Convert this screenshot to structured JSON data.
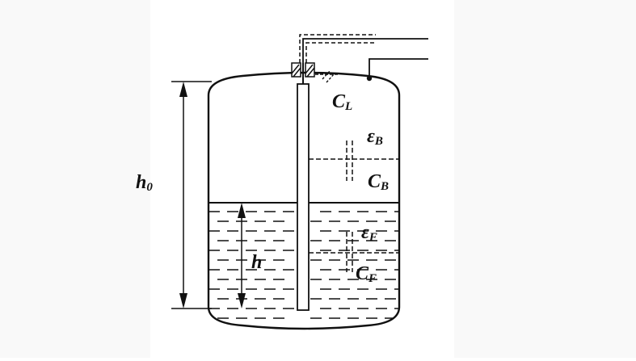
{
  "labels": {
    "h0": {
      "main": "h",
      "sub": "0"
    },
    "h": {
      "main": "h"
    },
    "CL": {
      "main": "C",
      "sub": "L"
    },
    "epsB": {
      "main": "ε",
      "sub": "B"
    },
    "CB": {
      "main": "C",
      "sub": "B"
    },
    "epsF": {
      "main": "ε",
      "sub": "F"
    },
    "CF": {
      "main": "C",
      "sub": "F"
    }
  },
  "colors": {
    "ink": "#111111",
    "panel": "#ffffff",
    "page": "#f9f9f9"
  }
}
